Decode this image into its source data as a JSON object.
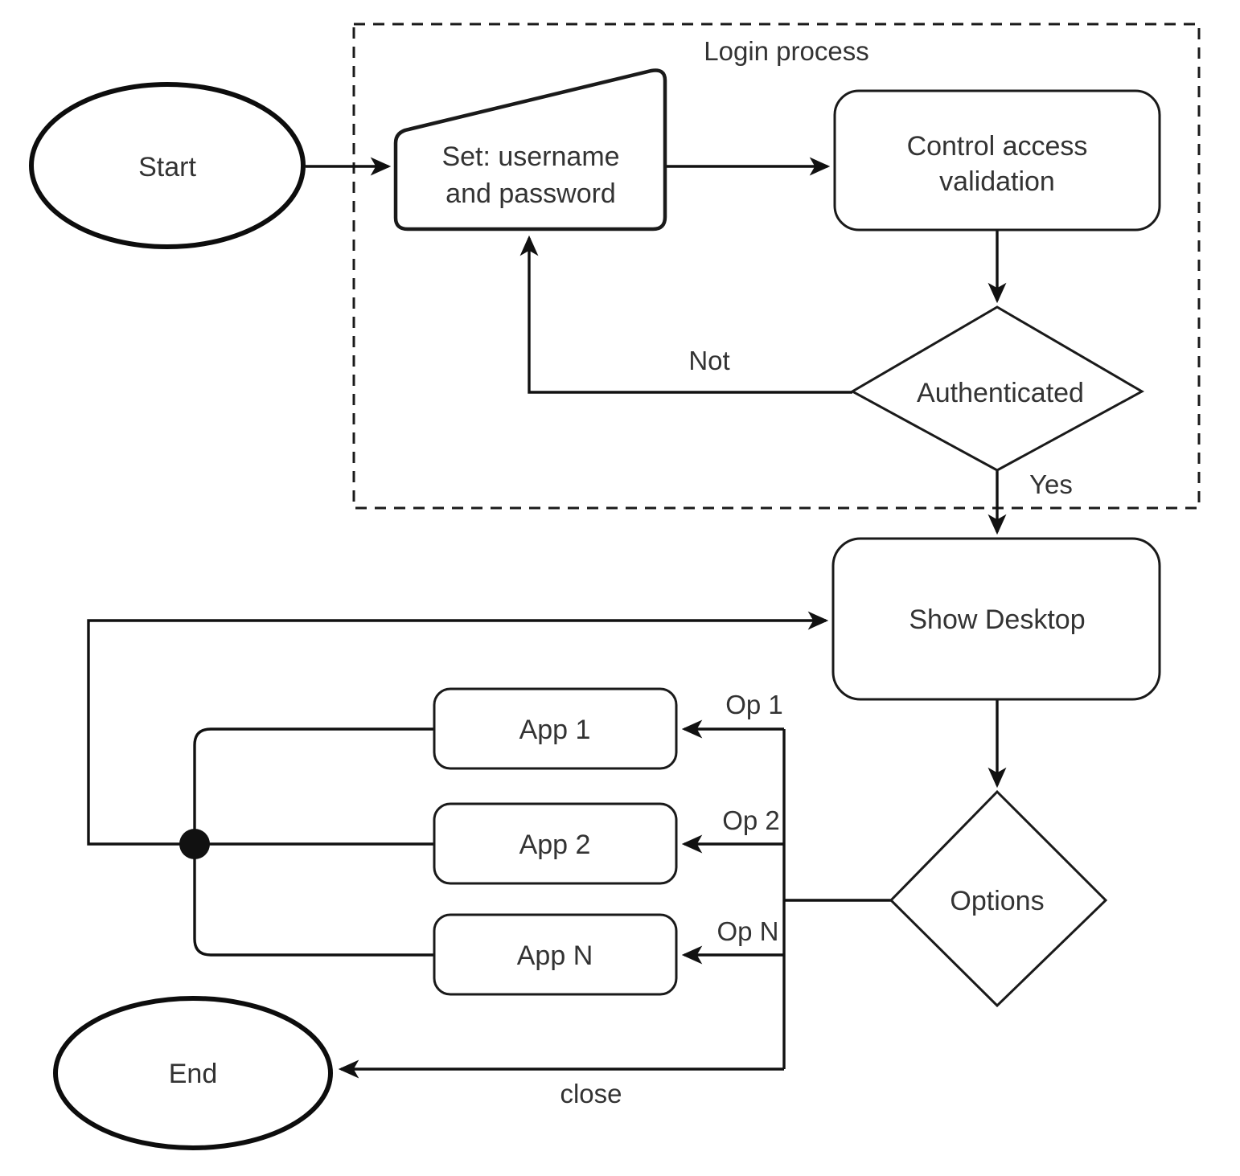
{
  "diagram": {
    "title_visible": false,
    "groups": [
      {
        "id": "login-process",
        "label": "Login process"
      }
    ],
    "nodes": [
      {
        "id": "start",
        "label": "Start",
        "shape": "ellipse"
      },
      {
        "id": "set-credentials",
        "label_line1": "Set: username",
        "label_line2": "and password",
        "shape": "manual-input"
      },
      {
        "id": "control-access",
        "label_line1": "Control access",
        "label_line2": "validation",
        "shape": "rounded-rect"
      },
      {
        "id": "authenticated",
        "label": "Authenticated",
        "shape": "diamond"
      },
      {
        "id": "show-desktop",
        "label": "Show Desktop",
        "shape": "rounded-rect"
      },
      {
        "id": "options",
        "label": "Options",
        "shape": "diamond"
      },
      {
        "id": "app-1",
        "label": "App 1",
        "shape": "rounded-rect"
      },
      {
        "id": "app-2",
        "label": "App 2",
        "shape": "rounded-rect"
      },
      {
        "id": "app-n",
        "label": "App N",
        "shape": "rounded-rect"
      },
      {
        "id": "end",
        "label": "End",
        "shape": "ellipse"
      }
    ],
    "edge_labels": {
      "not": "Not",
      "yes": "Yes",
      "op1": "Op 1",
      "op2": "Op 2",
      "opn": "Op N",
      "close": "close"
    },
    "colors": {
      "stroke": "#1a1a1a",
      "text": "#333333",
      "background": "#ffffff",
      "junction": "#111111"
    }
  }
}
